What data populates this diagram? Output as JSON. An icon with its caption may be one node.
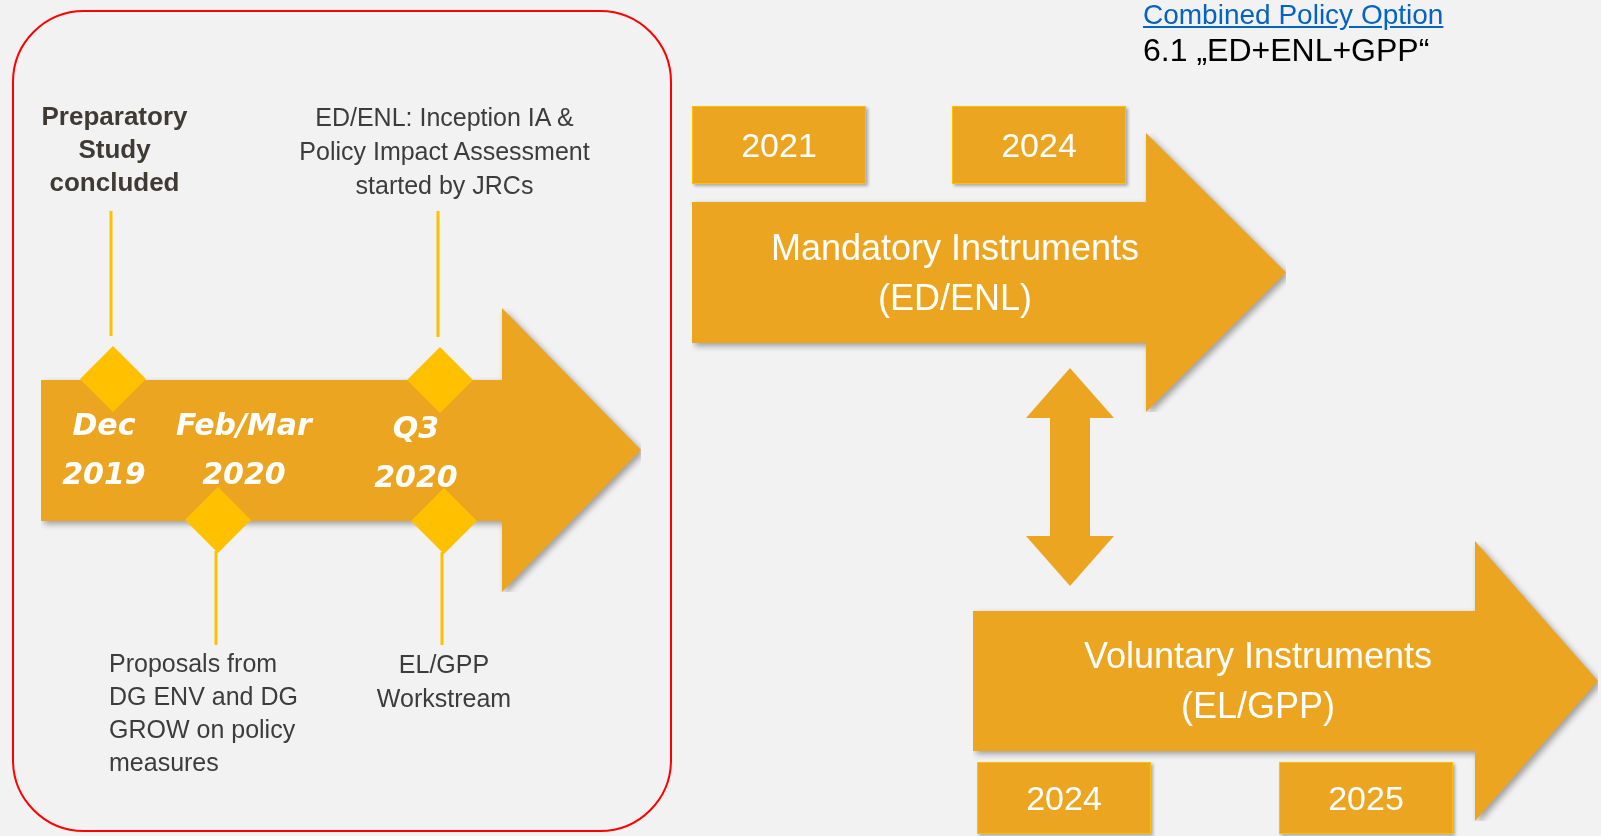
{
  "diagram": {
    "nodes": [
      {
        "text": [],
        "shape": "box"
      },
      {
        "text": [
          "Preparatory Study concluded"
        ],
        "in": 0
      },
      {
        "text": [
          "ED/ENL: Inception IA & Policy Impact Assessment started by JRCs"
        ],
        "in": 0
      },
      {
        "text": [
          "Dec 2019",
          "Feb/Mar 2020",
          "Q3 2020"
        ],
        "in": 0
      },
      {
        "text": [],
        "shape": "diamond",
        "in": 0
      },
      {
        "text": [],
        "shape": "diamond",
        "in": 0
      },
      {
        "text": [],
        "shape": "diamond",
        "in": 3
      },
      {
        "text": [],
        "shape": "diamond",
        "in": 0
      },
      {
        "text": [
          "Proposals from DG ENV and DG GROW on policy measures"
        ],
        "in": 0
      },
      {
        "text": [
          "EL/GPP Workstream"
        ],
        "in": 0
      },
      {
        "text": [
          "2021"
        ]
      },
      {
        "text": [
          "2024"
        ]
      },
      {
        "text": [
          "Mandatory Instruments (ED/ENL)"
        ]
      },
      {
        "text": [
          "Voluntary Instruments (EL/GPP)"
        ]
      },
      {
        "text": [
          "2024"
        ]
      },
      {
        "text": [
          "2025"
        ]
      }
    ],
    "edges": [
      {
        "from": 1,
        "to": 4,
        "arrow": "none"
      },
      {
        "from": 2,
        "to": 5,
        "arrow": "none"
      },
      {
        "from": 6,
        "to": 8,
        "arrow": "none"
      },
      {
        "from": 7,
        "to": 9,
        "arrow": "none"
      },
      {
        "from": 12,
        "to": 13,
        "arrow": "both",
        "style": "thick",
        "color": "#eba521"
      }
    ],
    "labels": [
      "Combined Policy Option",
      "6.1 „ED+ENL+GPP“"
    ]
  }
}
